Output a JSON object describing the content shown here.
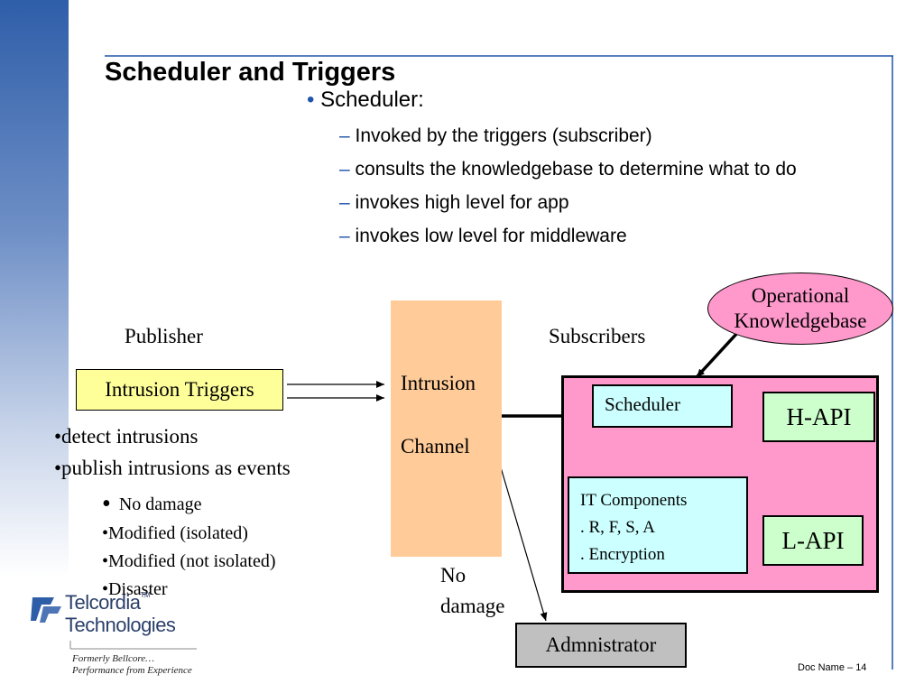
{
  "slide": {
    "title": "Scheduler and Triggers",
    "bullet": "Scheduler:",
    "subs": [
      "Invoked by the triggers  (subscriber)",
      "consults the knowledgebase to determine what to do",
      "invokes high level for app",
      "invokes low level for middleware"
    ],
    "dash": "–",
    "dot": "•"
  },
  "diagram": {
    "publisher_label": "Publisher",
    "subscribers_label": "Subscribers",
    "intrusion_triggers": "Intrusion Triggers",
    "channel_line1": "Intrusion",
    "channel_line2": "Channel",
    "knowledgebase_line1": "Operational",
    "knowledgebase_line2": "Knowledgebase",
    "scheduler": "Scheduler",
    "h_api": "H-API",
    "l_api": "L-API",
    "it_components": [
      "IT Components",
      ". R, F, S, A",
      ". Encryption"
    ],
    "no_damage_line1": "No",
    "no_damage_line2": "damage",
    "administrator": "Admnistrator",
    "trigger_bullets": [
      "•detect intrusions",
      "•publish intrusions as events"
    ],
    "event_types_first": "No damage",
    "event_types_rest": [
      "•Modified (isolated)",
      "•Modified (not isolated)",
      "•Disaster"
    ],
    "colors": {
      "triggers_fill": "#ffff99",
      "channel_fill": "#ffcc99",
      "subscriber_fill": "#ff99cc",
      "knowledgebase_fill": "#ff99cc",
      "scheduler_fill": "#ccffff",
      "api_fill": "#ccffcc",
      "admin_fill": "#c0c0c0",
      "accent": "#2255aa"
    }
  },
  "branding": {
    "company_line1": "Telcordia",
    "company_tm": "TM",
    "company_line2": "Technologies",
    "tagline1": "Formerly Bellcore…",
    "tagline2": "Performance from Experience",
    "doc_name": "Doc Name – 14",
    "logo_icon": "telcordia-logo-icon"
  }
}
